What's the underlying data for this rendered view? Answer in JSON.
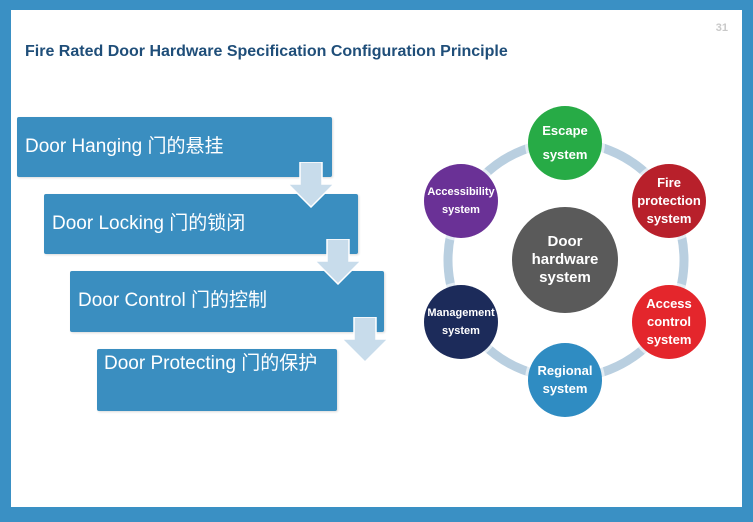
{
  "slide": {
    "title": "Fire Rated Door Hardware Specification Configuration Principle",
    "page_number": "31"
  },
  "steps": [
    {
      "label": "Door Hanging 门的悬挂"
    },
    {
      "label": "Door Locking  门的锁闭"
    },
    {
      "label": "Door Control  门的控制"
    },
    {
      "label": "Door Protecting 门的保护"
    }
  ],
  "diagram": {
    "center": {
      "label": "Door hardware system",
      "color": "#5a5a5a"
    },
    "ring_color": "#b9cfe0",
    "nodes": [
      {
        "label": "Escape system",
        "color": "#27ab46"
      },
      {
        "label": "Fire protection system",
        "color": "#b8202b"
      },
      {
        "label": "Access control system",
        "color": "#e4262c"
      },
      {
        "label": "Regional system",
        "color": "#2f8cc2"
      },
      {
        "label": "Management system",
        "color": "#1c2b5a"
      },
      {
        "label": "Accessibility system",
        "color": "#6a3196"
      }
    ]
  },
  "colors": {
    "step_fill": "#3a8ec0",
    "arrow_fill": "#c8dceb",
    "title": "#1f4e79",
    "frame": "#3a90c4"
  }
}
